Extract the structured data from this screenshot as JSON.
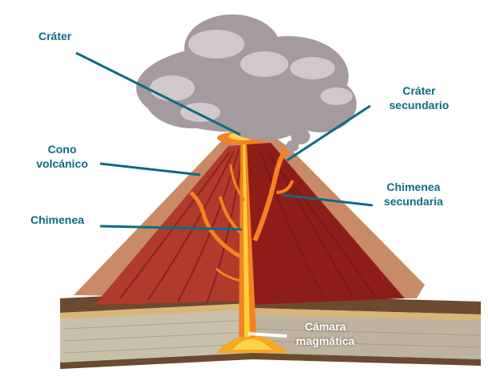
{
  "labels": {
    "crater": "Cráter",
    "cone_line1": "Cono",
    "cone_line2": "volcánico",
    "chimney": "Chimenea",
    "secondary_crater_line1": "Cráter",
    "secondary_crater_line2": "secundario",
    "secondary_chimney_line1": "Chimenea",
    "secondary_chimney_line2": "secundaria",
    "magma_chamber_line1": "Cámara",
    "magma_chamber_line2": "magmática"
  },
  "colors": {
    "label_text": "#0f6b82",
    "leader_line": "#0f6b82",
    "lava": "#f5821f",
    "cone_dark": "#8e1d1a",
    "cone_mid": "#b33a2c",
    "cone_light": "#c98a68",
    "smoke": "#a5999e",
    "ground_brick": "#bfb5a2"
  }
}
